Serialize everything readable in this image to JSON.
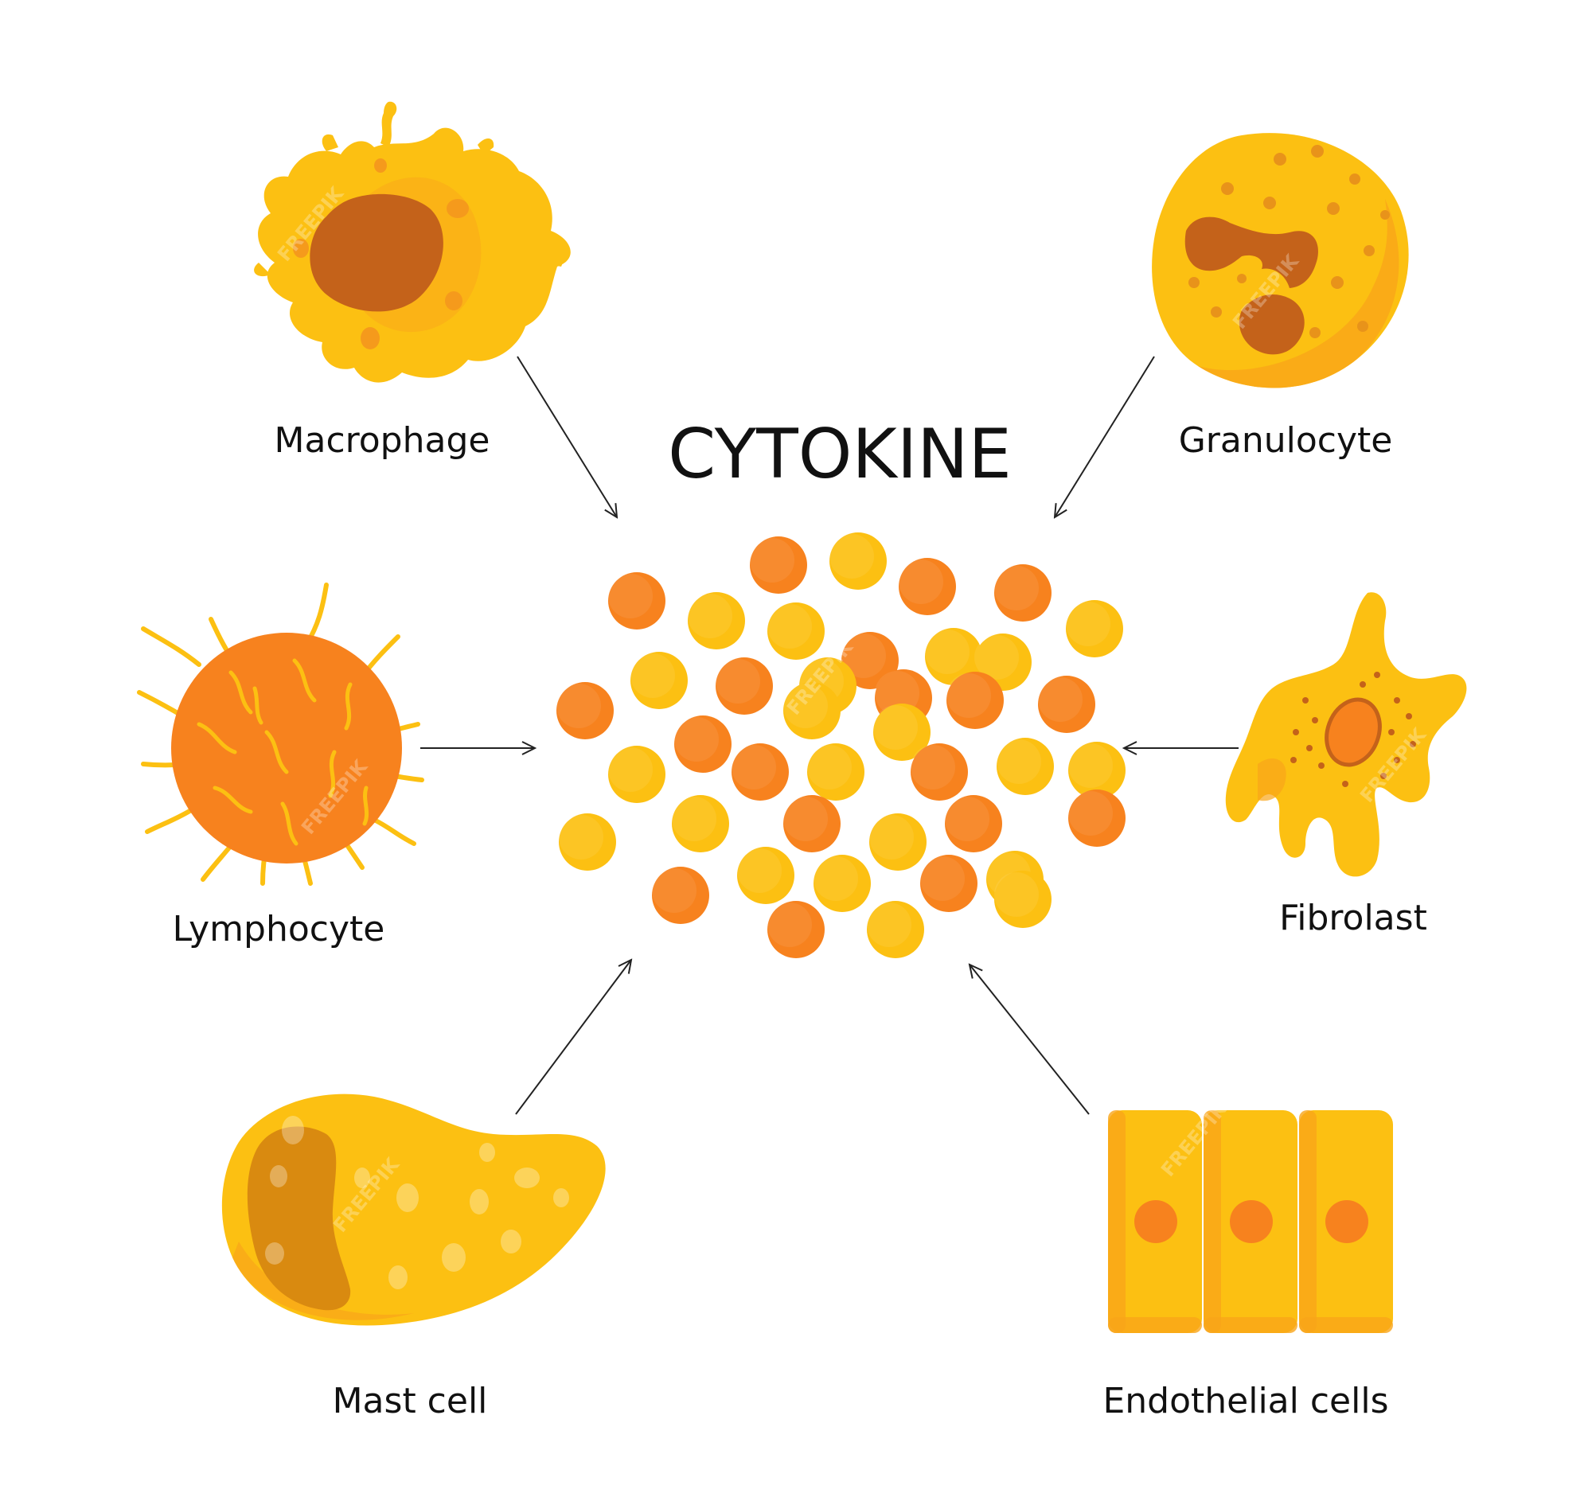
{
  "title": "CYTOKINE",
  "cells": [
    {
      "id": "macrophage",
      "label": "Macrophage"
    },
    {
      "id": "granulocyte",
      "label": "Granulocyte"
    },
    {
      "id": "lymphocyte",
      "label": "Lymphocyte"
    },
    {
      "id": "fibroblast",
      "label": "Fibrolast"
    },
    {
      "id": "mast-cell",
      "label": "Mast cell"
    },
    {
      "id": "endothelial",
      "label": "Endothelial cells"
    }
  ],
  "watermark": "FREEPIK",
  "colors": {
    "orange": "#f7821e",
    "yellow": "#fcc012",
    "light_yellow": "#ffd23a",
    "nucleus": "#c4621a",
    "text": "#111111",
    "arrow": "#222222"
  },
  "particles": [
    {
      "c": "orange"
    },
    {
      "c": "yellow"
    },
    {
      "c": "orange"
    },
    {
      "c": "orange"
    },
    {
      "c": "orange"
    },
    {
      "c": "yellow"
    },
    {
      "c": "yellow"
    },
    {
      "c": "orange"
    },
    {
      "c": "yellow"
    },
    {
      "c": "yellow"
    },
    {
      "c": "yellow"
    },
    {
      "c": "yellow"
    },
    {
      "c": "orange"
    },
    {
      "c": "yellow"
    },
    {
      "c": "orange"
    },
    {
      "c": "orange"
    },
    {
      "c": "orange"
    },
    {
      "c": "yellow"
    },
    {
      "c": "orange"
    },
    {
      "c": "yellow"
    },
    {
      "c": "orange"
    },
    {
      "c": "yellow"
    },
    {
      "c": "orange"
    },
    {
      "c": "yellow"
    },
    {
      "c": "orange"
    },
    {
      "c": "yellow"
    },
    {
      "c": "yellow"
    },
    {
      "c": "yellow"
    },
    {
      "c": "yellow"
    },
    {
      "c": "orange"
    },
    {
      "c": "yellow"
    },
    {
      "c": "orange"
    },
    {
      "c": "orange"
    },
    {
      "c": "yellow"
    },
    {
      "c": "orange"
    },
    {
      "c": "yellow"
    },
    {
      "c": "yellow"
    },
    {
      "c": "orange"
    },
    {
      "c": "yellow"
    },
    {
      "c": "orange"
    },
    {
      "c": "yellow"
    }
  ]
}
